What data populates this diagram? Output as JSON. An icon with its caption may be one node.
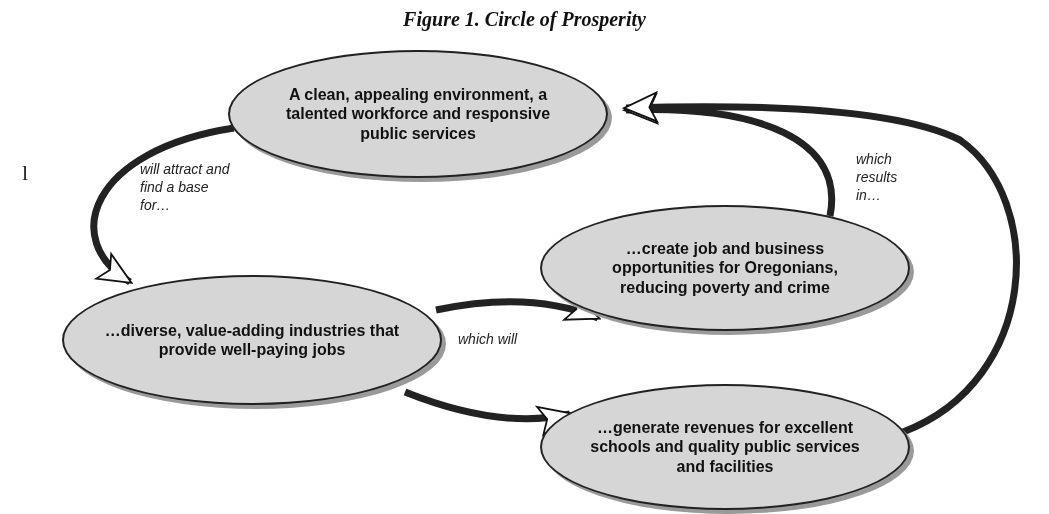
{
  "diagram": {
    "title": "Figure 1. Circle of Prosperity",
    "nodes": [
      {
        "text": [
          "A clean, appealing environment, a talented workforce and responsive public services"
        ]
      },
      {
        "text": [
          "…create job and business opportunities for Oregonians, reducing poverty and crime"
        ]
      },
      {
        "text": [
          "…diverse, value-adding industries that provide well-paying jobs"
        ]
      },
      {
        "text": [
          "…generate revenues for excellent schools and quality public services and facilities"
        ]
      }
    ],
    "edges": [
      {
        "from": 0,
        "to": 2,
        "arrow": "to",
        "label": "will attract and find a base for…"
      },
      {
        "from": 2,
        "to": 1,
        "arrow": "to",
        "label": "which will"
      },
      {
        "from": 2,
        "to": 3,
        "arrow": "to"
      },
      {
        "from": 1,
        "to": 0,
        "arrow": "to",
        "label": "which results in…"
      },
      {
        "from": 3,
        "to": 0,
        "arrow": "to"
      }
    ],
    "labels": [
      "l"
    ]
  }
}
